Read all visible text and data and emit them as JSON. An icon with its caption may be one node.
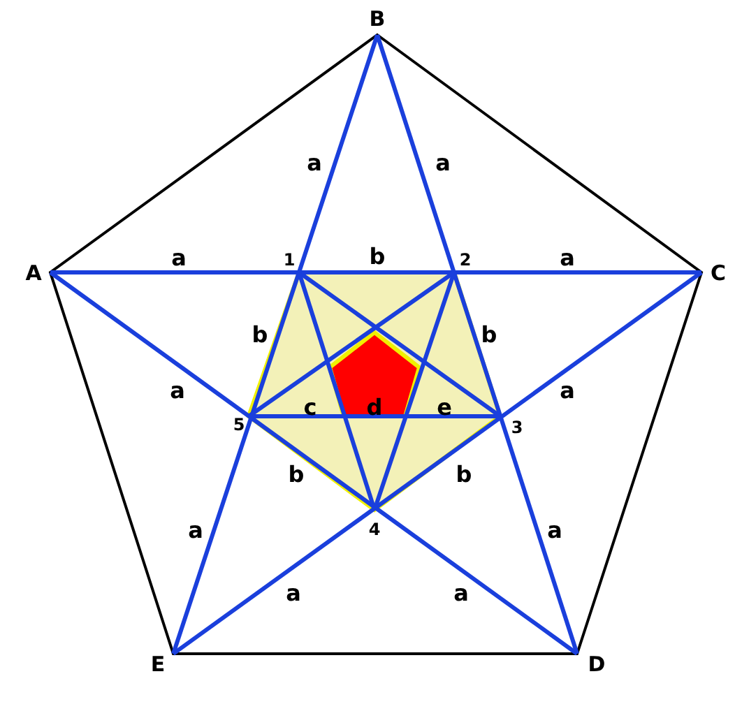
{
  "diagram": {
    "labels": [
      "B",
      "a",
      "a",
      "A",
      "a",
      "1",
      "b",
      "2",
      "a",
      "C",
      "b",
      "b",
      "a",
      "5",
      "c",
      "d",
      "e",
      "3",
      "a",
      "b",
      "b",
      "a",
      "4",
      "a",
      "a",
      "a",
      "E",
      "D"
    ]
  }
}
